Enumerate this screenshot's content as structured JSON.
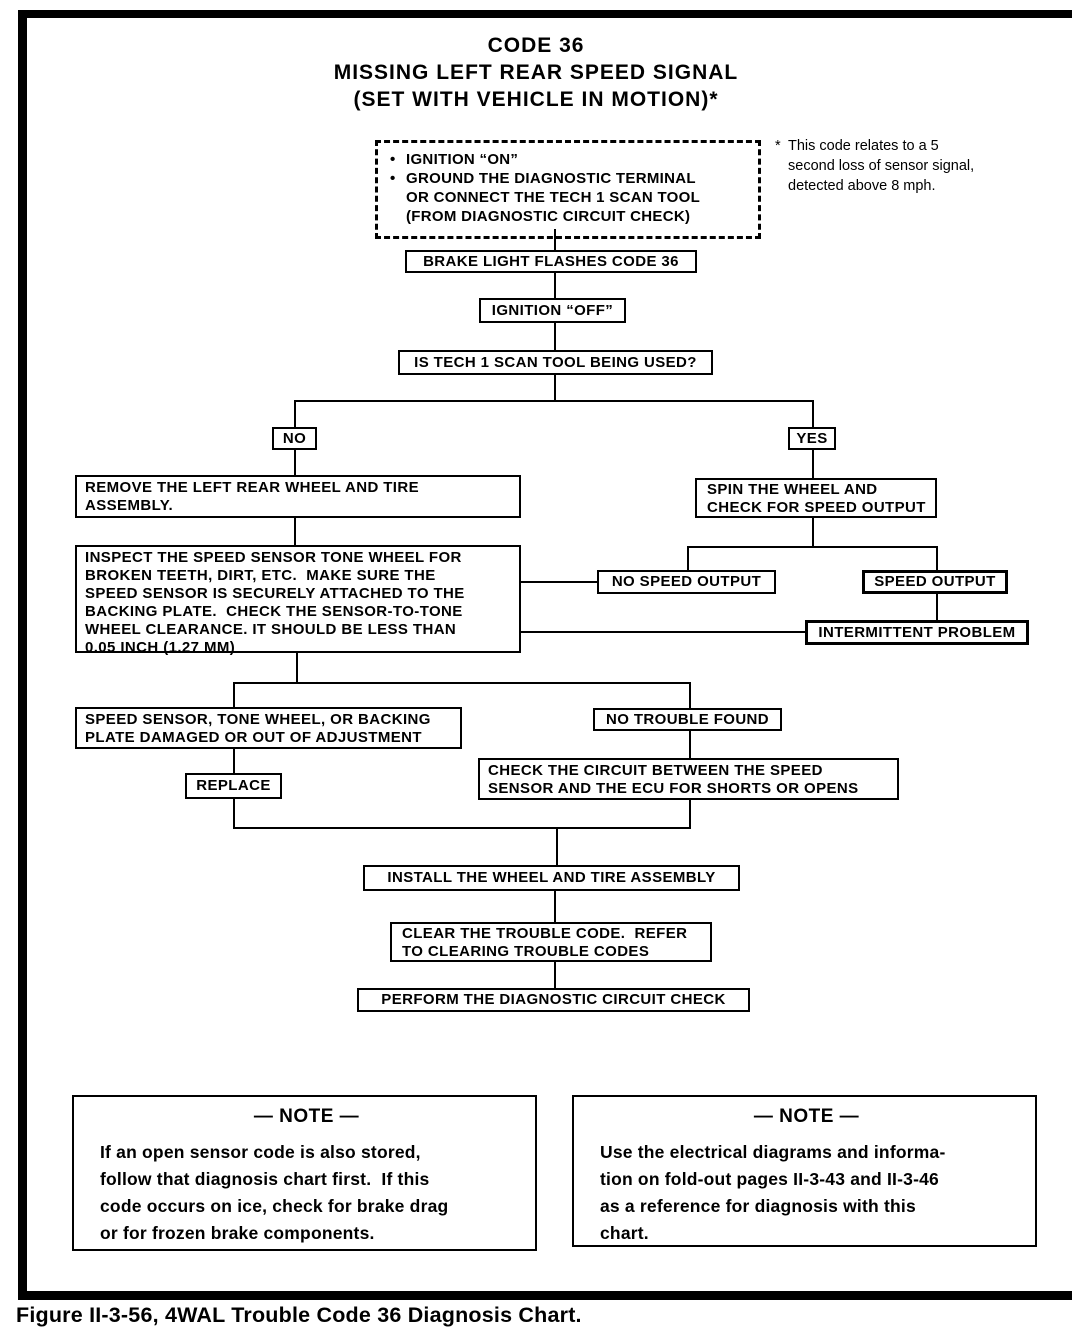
{
  "title": {
    "line1": "CODE 36",
    "line2": "MISSING LEFT REAR SPEED SIGNAL",
    "line3": "(SET WITH VEHICLE IN MOTION)*"
  },
  "start_box": {
    "bullet_char": "•",
    "item1": "IGNITION “ON”",
    "item2": "GROUND THE DIAGNOSTIC TERMINAL\nOR CONNECT THE TECH 1 SCAN TOOL\n(FROM DIAGNOSTIC CIRCUIT CHECK)"
  },
  "footnote": {
    "marker": "*",
    "text": "This code relates to a 5\nsecond loss of sensor signal,\ndetected above 8 mph."
  },
  "nodes": {
    "brake_light": "BRAKE LIGHT FLASHES CODE 36",
    "ignition_off": "IGNITION “OFF”",
    "tech1_question": "IS TECH 1 SCAN TOOL BEING USED?",
    "no": "NO",
    "yes": "YES",
    "remove_wheel": "REMOVE THE LEFT REAR WHEEL AND TIRE\nASSEMBLY.",
    "inspect": "INSPECT THE SPEED SENSOR TONE WHEEL FOR\nBROKEN TEETH, DIRT, ETC.  MAKE SURE THE\nSPEED SENSOR IS SECURELY ATTACHED TO THE\nBACKING PLATE.  CHECK THE SENSOR-TO-TONE\nWHEEL CLEARANCE. IT SHOULD BE LESS THAN\n0.05 INCH (1.27 MM)",
    "spin_wheel": "SPIN THE WHEEL AND\nCHECK FOR SPEED OUTPUT",
    "no_speed_output": "NO SPEED OUTPUT",
    "speed_output": "SPEED OUTPUT",
    "intermittent": "INTERMITTENT PROBLEM",
    "damaged": "SPEED SENSOR, TONE WHEEL, OR BACKING\nPLATE DAMAGED OR OUT OF ADJUSTMENT",
    "no_trouble": "NO TROUBLE FOUND",
    "replace": "REPLACE",
    "check_circuit": "CHECK THE CIRCUIT BETWEEN THE SPEED\nSENSOR AND THE ECU FOR SHORTS OR OPENS",
    "install": "INSTALL THE WHEEL AND TIRE ASSEMBLY",
    "clear_code": "CLEAR THE TROUBLE CODE.  REFER\nTO CLEARING TROUBLE CODES",
    "perform_check": "PERFORM THE DIAGNOSTIC CIRCUIT CHECK"
  },
  "notes": {
    "left": {
      "title": "— NOTE —",
      "body": "If an open sensor code is also stored,\nfollow that diagnosis chart first.  If this\ncode occurs on ice, check for brake drag\nor for frozen brake components."
    },
    "right": {
      "title": "— NOTE —",
      "body": "Use the electrical diagrams and informa-\ntion on fold-out pages II-3-43 and II-3-46\nas a reference for diagnosis with this\nchart."
    }
  },
  "caption": "Figure II-3-56, 4WAL Trouble Code 36 Diagnosis Chart.",
  "colors": {
    "ink": "#000000",
    "paper": "#ffffff"
  }
}
